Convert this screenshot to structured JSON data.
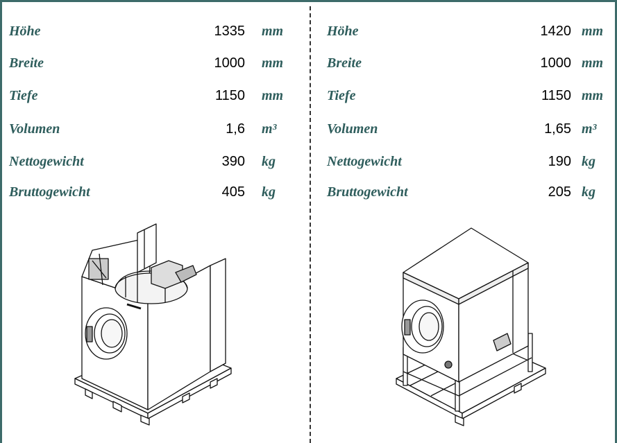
{
  "left": {
    "rows": [
      {
        "label": "Höhe",
        "value": "1335",
        "unit": "mm"
      },
      {
        "label": "Breite",
        "value": "1000",
        "unit": "mm"
      },
      {
        "label": "Tiefe",
        "value": "1150",
        "unit": "mm"
      },
      {
        "label": "Volumen",
        "value": "1,6",
        "unit": "m³"
      },
      {
        "label": "Nettogewicht",
        "value": "390",
        "unit": "kg"
      },
      {
        "label": "Bruttogewicht",
        "value": "405",
        "unit": "kg"
      }
    ],
    "illustration": "washing-machine-open-top-on-pallet"
  },
  "right": {
    "rows": [
      {
        "label": "Höhe",
        "value": "1420",
        "unit": "mm"
      },
      {
        "label": "Breite",
        "value": "1000",
        "unit": "mm"
      },
      {
        "label": "Tiefe",
        "value": "1150",
        "unit": "mm"
      },
      {
        "label": "Volumen",
        "value": "1,65",
        "unit": "m³"
      },
      {
        "label": "Nettogewicht",
        "value": "190",
        "unit": "kg"
      },
      {
        "label": "Bruttogewicht",
        "value": "205",
        "unit": "kg"
      }
    ],
    "illustration": "dryer-crated-on-pallet"
  },
  "colors": {
    "accent": "#2e5d5c",
    "border": "#3d6b6a"
  }
}
